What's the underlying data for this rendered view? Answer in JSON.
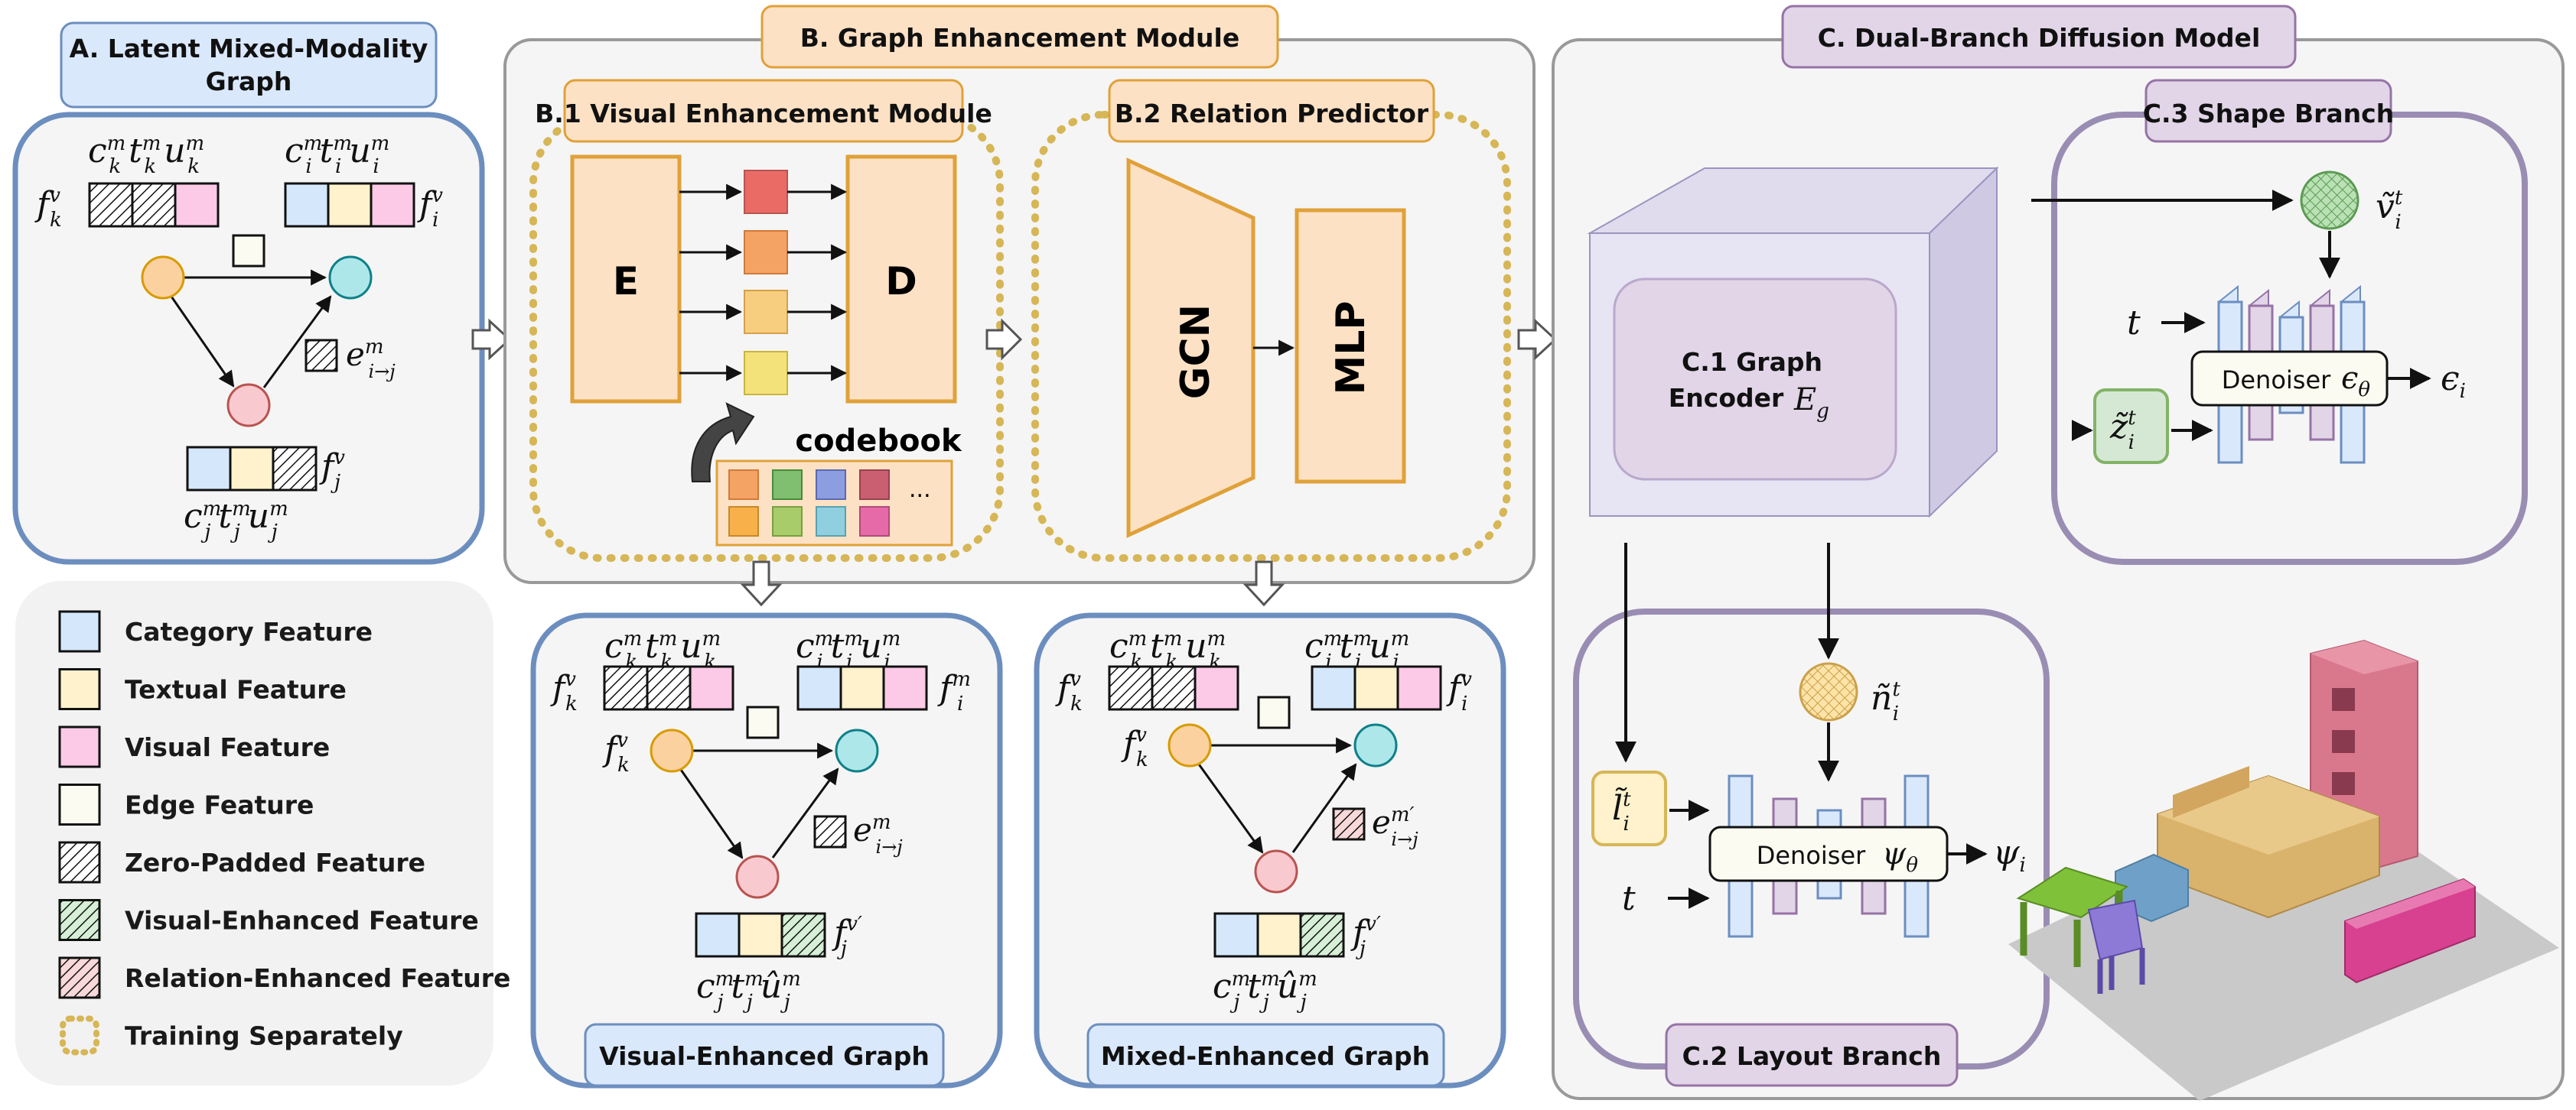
{
  "panels": {
    "a_title": "A. Latent Mixed-Modality Graph",
    "a_title_line1": "A. Latent Mixed-Modality",
    "a_title_line2": "Graph",
    "b_title": "B. Graph Enhancement Module",
    "b1_title": "B.1 Visual Enhancement Module",
    "b2_title": "B.2 Relation Predictor",
    "c_title": "C. Dual-Branch Diffusion Model",
    "c1_line1": "C.1 Graph",
    "c1_line2": "Encoder",
    "c1_symbol": "E",
    "c1_symbol_sub": "g",
    "c2_title": "C.2 Layout Branch",
    "c3_title": "C.3 Shape Branch",
    "visual_enhanced_graph": "Visual-Enhanced Graph",
    "mixed_enhanced_graph": "Mixed-Enhanced Graph"
  },
  "modules": {
    "encoder": "E",
    "decoder": "D",
    "codebook": "codebook",
    "codebook_more": "...",
    "gcn": "GCN",
    "mlp": "MLP",
    "denoiser": "Denoiser",
    "shape_denoiser_symbol": "ϵ",
    "shape_denoiser_sub": "θ",
    "layout_denoiser_symbol": "ψ",
    "layout_denoiser_sub": "θ"
  },
  "symbols": {
    "f": "f",
    "sup_v": "v",
    "sup_m": "m",
    "sup_vprime": "v′",
    "sub_k": "k",
    "sub_i": "i",
    "sub_j": "j",
    "c": "c",
    "t": "t",
    "u": "u",
    "u_hat": "û",
    "e": "e",
    "edge_sub": "i→j",
    "edge_sup_prime": "m′",
    "v_tilde": "ṽ",
    "z_tilde": "z̃",
    "n_tilde": "ñ",
    "l_tilde": "l̃",
    "eps": "ϵ",
    "psi": "ψ"
  },
  "legend": [
    {
      "label": "Category Feature",
      "color": "#d5e8fb",
      "style": "solid"
    },
    {
      "label": "Textual Feature",
      "color": "#fff2cc",
      "style": "solid"
    },
    {
      "label": "Visual Feature",
      "color": "#fcc9e6",
      "style": "solid"
    },
    {
      "label": "Edge Feature",
      "color": "#fbfbf1",
      "style": "solid"
    },
    {
      "label": "Zero-Padded Feature",
      "color": "#ffffff",
      "style": "hatch"
    },
    {
      "label": "Visual-Enhanced Feature",
      "color": "#d6efd6",
      "style": "hatch"
    },
    {
      "label": "Relation-Enhanced Feature",
      "color": "#f8d8d8",
      "style": "hatch"
    },
    {
      "label": "Training Separately",
      "color": "#d6b656",
      "style": "dotted"
    }
  ],
  "colors": {
    "panel_blue": "#6c8ebf",
    "panel_purple": "#9a8db3",
    "dotted_gold": "#d6b656",
    "orange_fill": "#fde1c4",
    "orange_stroke": "#e0a13a",
    "node_orange": "#fcd1a0",
    "node_cyan": "#aee7ea",
    "node_pink": "#f8c9cf",
    "green_box": "#d5e8d4"
  }
}
